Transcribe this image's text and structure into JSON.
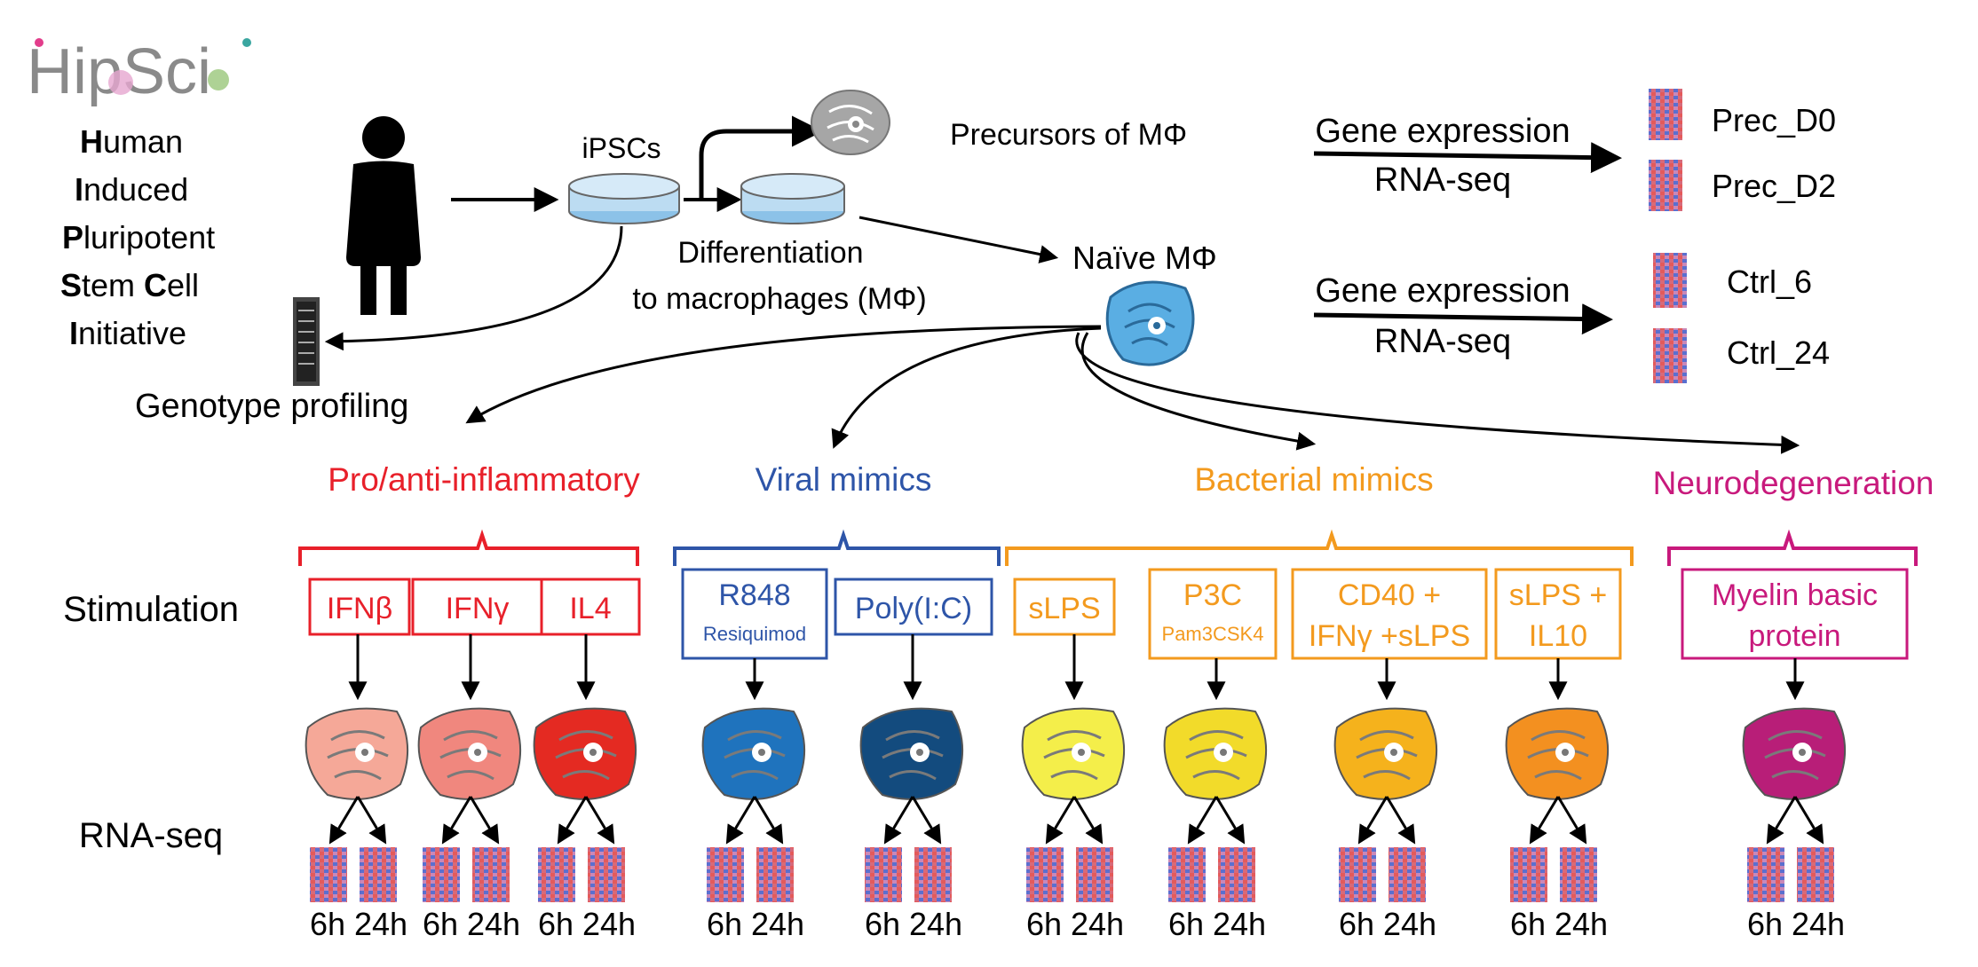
{
  "logo": {
    "text": "HipSci"
  },
  "acronym": {
    "lines": [
      {
        "bold": "H",
        "rest": "uman"
      },
      {
        "bold": "I",
        "rest": "nduced"
      },
      {
        "bold": "P",
        "rest": "luripotent"
      },
      {
        "bold": "S",
        "rest": "tem ",
        "bold2": "C",
        "rest2": "ell"
      },
      {
        "bold": "I",
        "rest": "nitiative"
      }
    ]
  },
  "pipeline": {
    "ipscs": "iPSCs",
    "precursors": "Precursors of MΦ",
    "differentiation_line1": "Differentiation",
    "differentiation_line2": "to macrophages (MΦ)",
    "naive": "Naïve MΦ",
    "genotype": "Genotype profiling"
  },
  "expression": [
    {
      "title": "Gene expression",
      "subtitle": "RNA-seq",
      "samples": [
        "Prec_D0",
        "Prec_D2"
      ]
    },
    {
      "title": "Gene expression",
      "subtitle": "RNA-seq",
      "samples": [
        "Ctrl_6",
        "Ctrl_24"
      ]
    }
  ],
  "row_labels": {
    "stimulation": "Stimulation",
    "rnaseq": "RNA-seq"
  },
  "groups": [
    {
      "title": "Pro/anti-inflammatory",
      "color": "#e8202a"
    },
    {
      "title": "Viral mimics",
      "color": "#2e55a8"
    },
    {
      "title": "Bacterial mimics",
      "color": "#f39a1e"
    },
    {
      "title": "Neurodegeneration",
      "color": "#c8197c"
    }
  ],
  "stimuli": [
    {
      "label": "IFNβ",
      "sub": "",
      "cell_color": "#f5a898"
    },
    {
      "label": "IFNγ",
      "sub": "",
      "cell_color": "#f0877e"
    },
    {
      "label": "IL4",
      "sub": "",
      "cell_color": "#e42a22"
    },
    {
      "label": "R848",
      "sub": "Resiquimod",
      "cell_color": "#1f73bd"
    },
    {
      "label": "Poly(I:C)",
      "sub": "",
      "cell_color": "#134b7e"
    },
    {
      "label": "sLPS",
      "sub": "",
      "cell_color": "#f4ee4a"
    },
    {
      "label": "P3C",
      "sub": "Pam3CSK4",
      "cell_color": "#f2db2a"
    },
    {
      "label": "CD40 +",
      "sub2": "IFNγ +sLPS",
      "cell_color": "#f5b21c"
    },
    {
      "label": "sLPS +",
      "sub2": "IL10",
      "cell_color": "#f39020"
    },
    {
      "label": "Myelin basic",
      "sub2": "protein",
      "cell_color": "#b81e78"
    }
  ],
  "timepoints": [
    "6h",
    "24h"
  ],
  "colors": {
    "naive_cell": "#5aaee3",
    "precursor_cell": "#a6a6a6",
    "dish": "#bcdcf2",
    "heatmap_red": "#e45a5a",
    "heatmap_blue": "#5466c8"
  }
}
